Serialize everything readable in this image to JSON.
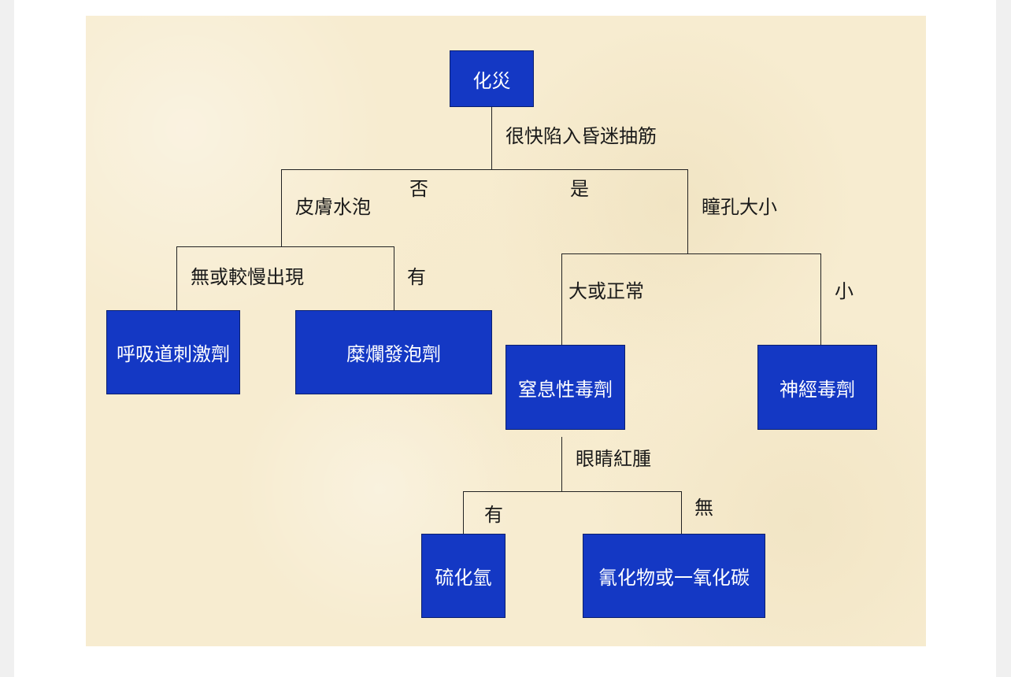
{
  "diagram": {
    "root": "化災",
    "q1": "很快陷入昏迷抽筋",
    "no": "否",
    "yes": "是",
    "q_left": "皮膚水泡",
    "q_right": "瞳孔大小",
    "left_no": "無或較慢出現",
    "left_yes": "有",
    "right_big": "大或正常",
    "right_small": "小",
    "node_respiratory": "呼吸道刺激劑",
    "node_blister": "糜爛發泡劑",
    "node_asphyxiant": "窒息性毒劑",
    "node_nerve": "神經毒劑",
    "q_eyes": "眼睛紅腫",
    "eyes_yes": "有",
    "eyes_no": "無",
    "node_h2s": "硫化氫",
    "node_cyanide": "氰化物或一氧化碳"
  }
}
